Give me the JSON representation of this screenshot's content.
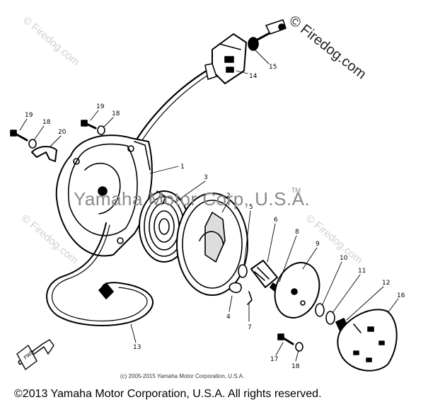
{
  "watermarks": {
    "site_main": "© Firedog.com",
    "site_faint": "© Firedog.com",
    "trademark_line": "Yamaha Motor Corp, U.S.A.",
    "tm_mark": "TM"
  },
  "credit_small": "(c) 2005-2015 Yamaha Motor Corporation, U.S.A.",
  "footer_copyright": "©2013 Yamaha Motor Corporation, U.S.A. All rights reserved.",
  "fwd_label": "FWD",
  "callouts": {
    "c1": "1",
    "c2": "2",
    "c3": "3",
    "c4": "4",
    "c5": "5",
    "c6": "6",
    "c7": "7",
    "c8": "8",
    "c9": "9",
    "c10": "10",
    "c11": "11",
    "c12": "12",
    "c13": "13",
    "c14": "14",
    "c15": "15",
    "c16": "16",
    "c17": "17",
    "c18a": "18",
    "c18b": "18",
    "c18c": "18",
    "c19a": "19",
    "c19b": "19",
    "c20": "20"
  }
}
